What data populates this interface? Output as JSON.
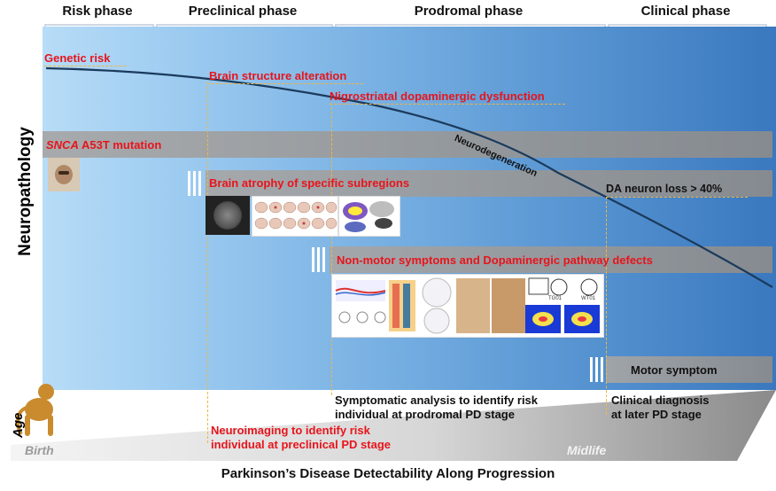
{
  "phases": [
    {
      "label": "Risk phase"
    },
    {
      "label": "Preclinical phase"
    },
    {
      "label": "Prodromal phase"
    },
    {
      "label": "Clinical phase"
    }
  ],
  "y_axis_label": "Neuropathology",
  "curve_label": "Neurodegeneration",
  "events": {
    "genetic_risk": "Genetic risk",
    "brain_structure": "Brain structure alteration",
    "nigrostriatal": "Nigrostriatal dopaminergic dysfunction",
    "da_loss": "DA neuron loss > 40%"
  },
  "bands": {
    "snca_italic": "SNCA",
    "snca_rest": " A53T mutation",
    "brain_atrophy": "Brain atrophy of specific subregions",
    "nonmotor": "Non-motor symptoms and Dopaminergic pathway defects",
    "motor": "Motor symptom"
  },
  "age_axis": {
    "label": "Age",
    "start": "Birth",
    "mid": "Midlife"
  },
  "detection": {
    "neuroimaging_line1": "Neuroimaging to identify risk",
    "neuroimaging_line2": "individual at preclinical PD stage",
    "symptomatic_line1": "Symptomatic analysis to identify risk",
    "symptomatic_line2": "individual at prodromal PD stage",
    "clinical_line1": "Clinical diagnosis",
    "clinical_line2": "at later PD stage"
  },
  "thumb_labels": {
    "tg": "TG01",
    "wt": "WT01"
  },
  "footer_title": "Parkinson’s Disease Detectability Along Progression",
  "colors": {
    "event_text": "#e8141b",
    "dashed_line": "#f2b640",
    "curve": "#1b3a5c",
    "panel_start": "#b7dcf7",
    "panel_end": "#3a78bf"
  }
}
